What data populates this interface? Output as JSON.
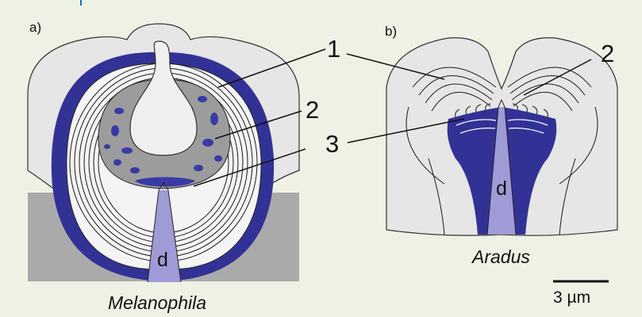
{
  "panels": [
    {
      "letter": "a)",
      "species": "Melanophila"
    },
    {
      "letter": "b)",
      "species": "Aradus"
    }
  ],
  "labels": {
    "one": "1",
    "two": "2",
    "three": "3",
    "duct": "d"
  },
  "scale_bar": {
    "text": "3 µm"
  },
  "colors": {
    "background": "#eef2e4",
    "cuticle_light": "#e6e6e6",
    "tissue_gray": "#aaaaaa",
    "inner_gray": "#9c9c9c",
    "dark_blue": "#323296",
    "light_violet": "#9f9bd6",
    "accent_blue": "#1e6fb4"
  }
}
